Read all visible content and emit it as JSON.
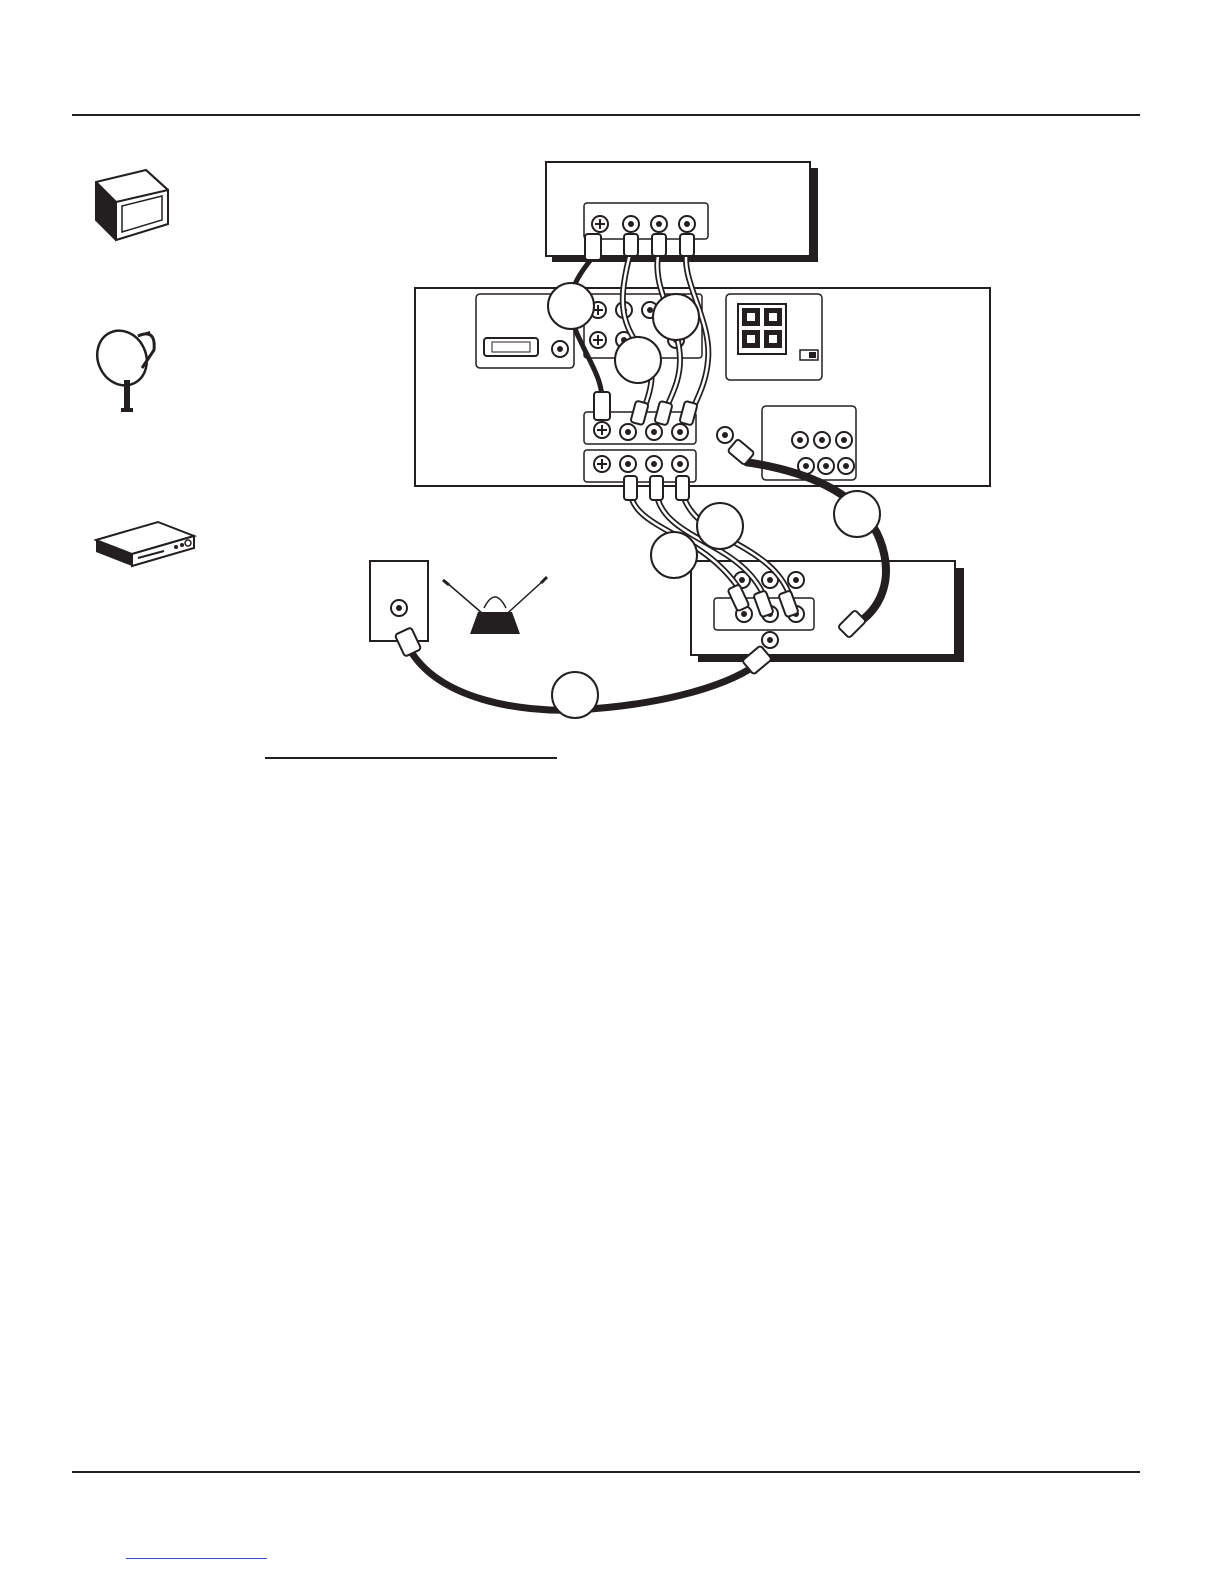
{
  "page": {
    "header_rule": true,
    "footer_rule": true,
    "link_rule_color": "#3a4fd8"
  },
  "side_icons": [
    {
      "name": "tv-monitor-icon"
    },
    {
      "name": "satellite-dish-icon"
    },
    {
      "name": "vcr-deck-icon"
    }
  ],
  "diagram": {
    "devices": [
      "top-component",
      "main-receiver",
      "vcr",
      "wall-jack",
      "rabbit-ear-antenna"
    ],
    "callout_circles": 7,
    "callout_labels": [
      "",
      "",
      "",
      "",
      "",
      "",
      ""
    ]
  },
  "colors": {
    "ink": "#231f20",
    "paper": "#ffffff"
  }
}
